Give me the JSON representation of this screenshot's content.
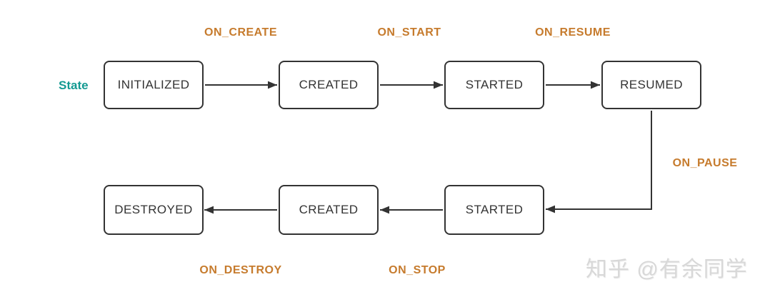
{
  "diagram": {
    "row_label": "State",
    "states": {
      "initialized": "INITIALIZED",
      "created_top": "CREATED",
      "started_top": "STARTED",
      "resumed": "RESUMED",
      "destroyed": "DESTROYED",
      "created_bottom": "CREATED",
      "started_bottom": "STARTED"
    },
    "events": {
      "on_create": "ON_CREATE",
      "on_start": "ON_START",
      "on_resume": "ON_RESUME",
      "on_pause": "ON_PAUSE",
      "on_stop": "ON_STOP",
      "on_destroy": "ON_DESTROY"
    },
    "transitions": [
      {
        "from": "INITIALIZED",
        "to": "CREATED",
        "event": "ON_CREATE"
      },
      {
        "from": "CREATED",
        "to": "STARTED",
        "event": "ON_START"
      },
      {
        "from": "STARTED",
        "to": "RESUMED",
        "event": "ON_RESUME"
      },
      {
        "from": "RESUMED",
        "to": "STARTED",
        "event": "ON_PAUSE"
      },
      {
        "from": "STARTED",
        "to": "CREATED",
        "event": "ON_STOP"
      },
      {
        "from": "CREATED",
        "to": "DESTROYED",
        "event": "ON_DESTROY"
      }
    ],
    "colors": {
      "background": "#ffffff",
      "node_border": "#333333",
      "node_text": "#333333",
      "arrow": "#333333",
      "event_label": "#c67b2d",
      "row_label": "#149a92",
      "watermark": "#d8d8d8"
    }
  },
  "watermark": {
    "text": "知乎 @有余同学"
  }
}
